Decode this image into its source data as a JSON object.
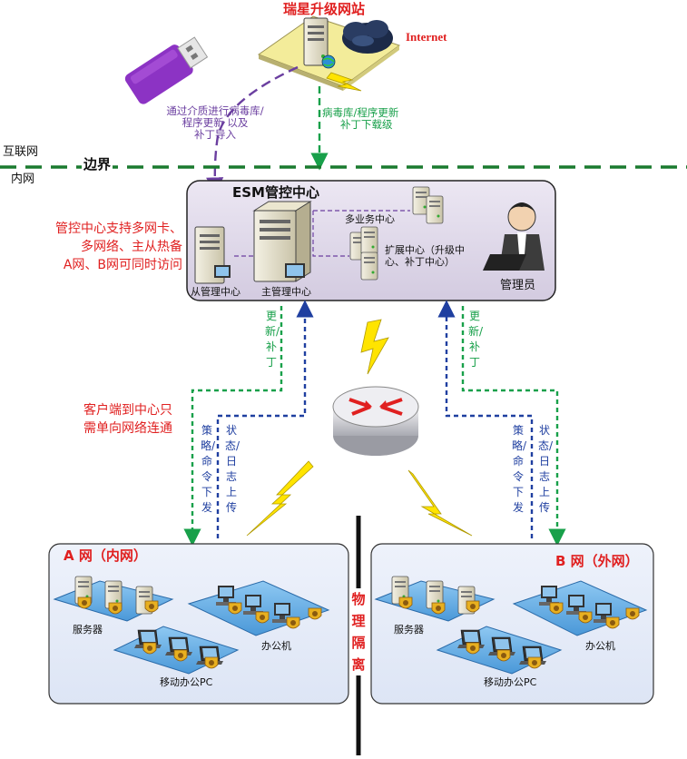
{
  "site": {
    "title": "瑞星升级网站",
    "internet": "Internet"
  },
  "usb_note": [
    "通过介质进行病毒库/",
    "程序更新 以及",
    "补丁导入"
  ],
  "download_note": [
    "病毒库/程序更新",
    "补丁下载级"
  ],
  "boundary": {
    "internet": "互联网",
    "boundary": "边界",
    "intranet": "内网"
  },
  "esm": {
    "title": "ESM管控中心",
    "multi_service": "多业务中心",
    "expansion": [
      "扩展中心（升级中",
      "心、补丁中心）"
    ],
    "slave": "从管理中心",
    "master": "主管理中心",
    "admin": "管理员"
  },
  "notes": {
    "multi_nic": [
      "管控中心支持多网卡、",
      "多网络、主从热备",
      "A网、B网可同时访问"
    ],
    "one_way": [
      "客户端到中心只",
      "需单向网络连通"
    ]
  },
  "links": {
    "update_patch": "更新/补丁",
    "policy_cmd": "策略/命令下发",
    "status_log": "状态/日志上传"
  },
  "net_a": {
    "title": "A 网（内网）",
    "servers": "服务器",
    "office": "办公机",
    "mobile": "移动办公PC"
  },
  "net_b": {
    "title": "B 网（外网）",
    "servers": "服务器",
    "office": "办公机",
    "mobile": "移动办公PC"
  },
  "isolation": "物理隔离",
  "colors": {
    "red": "#e02020",
    "blue": "#1f3fa0",
    "green": "#18a04a",
    "purple": "#6b3fa0",
    "panel": "#ddd6ea"
  }
}
